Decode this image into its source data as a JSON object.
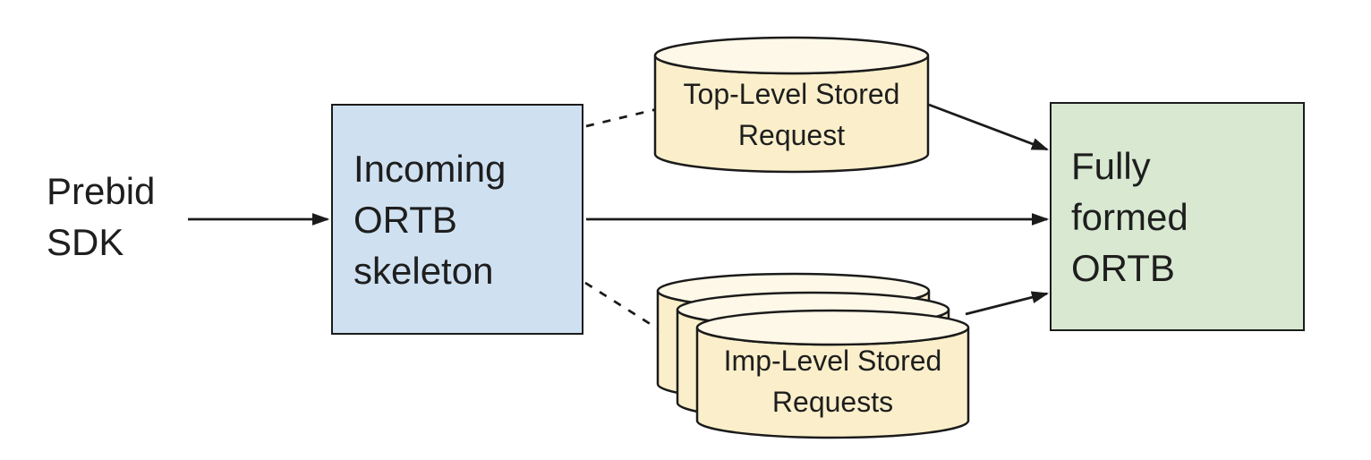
{
  "colors": {
    "background": "#ffffff",
    "stroke": "#1b1b1b",
    "text": "#1e1e1e",
    "incoming-box-fill": "#cfe1f1",
    "fully-formed-box-fill": "#d8e8d1",
    "cylinder-fill": "#faefca",
    "cylinder-top-fill": "#fdf8e7"
  },
  "nodes": {
    "prebid_sdk": {
      "line1": "Prebid",
      "line2": "SDK"
    },
    "incoming_ortb": {
      "line1": "Incoming",
      "line2": "ORTB",
      "line3": "skeleton"
    },
    "top_level_stored": {
      "line1": "Top-Level Stored",
      "line2": "Request"
    },
    "imp_level_stored": {
      "line1": "Imp-Level Stored",
      "line2": "Requests"
    },
    "fully_formed_ortb": {
      "line1": "Fully",
      "line2": "formed",
      "line3": "ORTB"
    }
  },
  "edges": [
    {
      "from": "prebid_sdk",
      "to": "incoming_ortb",
      "style": "solid-arrow"
    },
    {
      "from": "incoming_ortb",
      "to": "top_level_stored",
      "style": "dashed"
    },
    {
      "from": "incoming_ortb",
      "to": "fully_formed_ortb",
      "style": "solid-arrow"
    },
    {
      "from": "incoming_ortb",
      "to": "imp_level_stored",
      "style": "dashed"
    },
    {
      "from": "top_level_stored",
      "to": "fully_formed_ortb",
      "style": "solid-arrow"
    },
    {
      "from": "imp_level_stored",
      "to": "fully_formed_ortb",
      "style": "solid-arrow"
    }
  ]
}
